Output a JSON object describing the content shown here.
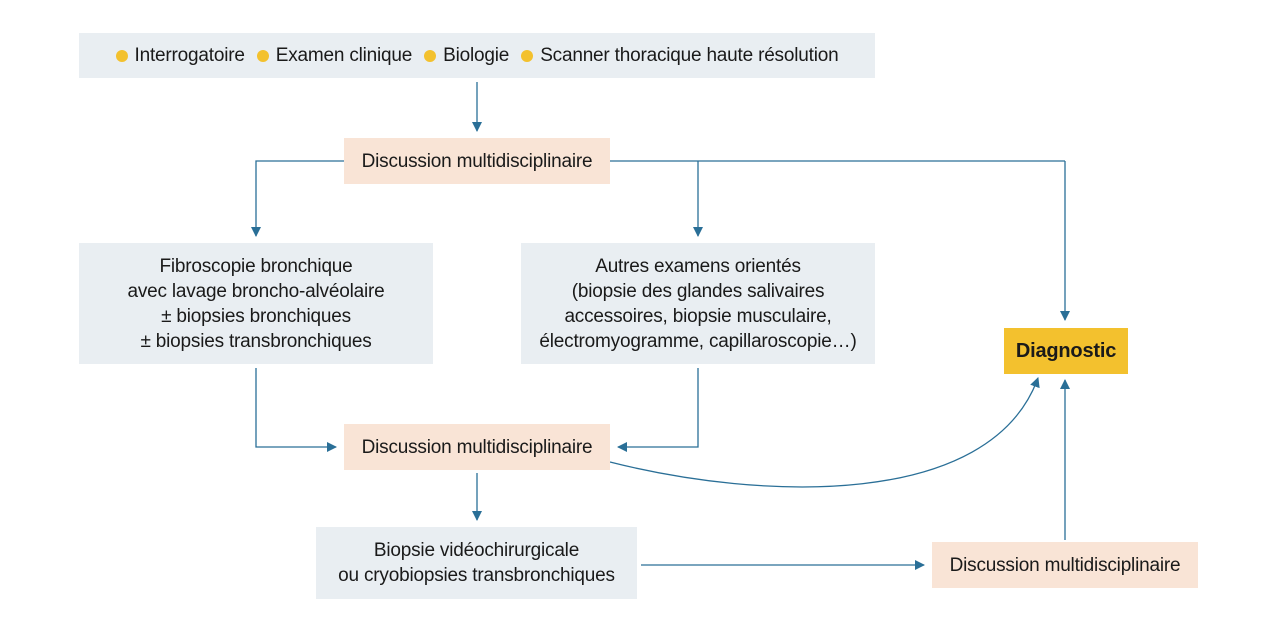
{
  "top_box": {
    "items": [
      "Interrogatoire",
      "Examen clinique",
      "Biologie",
      "Scanner thoracique haute résolution"
    ]
  },
  "nodes": {
    "dmd_1": "Discussion multidisciplinaire",
    "fibroscopie": [
      "Fibroscopie bronchique",
      "avec lavage broncho-alvéolaire",
      "± biopsies bronchiques",
      "± biopsies transbronchiques"
    ],
    "autres": [
      "Autres examens orientés",
      "(biopsie des glandes salivaires",
      "accessoires, biopsie musculaire,",
      "électromyogramme, capillaroscopie…)"
    ],
    "dmd_2": "Discussion multidisciplinaire",
    "biopsie": [
      "Biopsie vidéochirurgicale",
      "ou cryobiopsies transbronchiques"
    ],
    "dmd_3": "Discussion multidisciplinaire",
    "diagnostic": "Diagnostic"
  },
  "colors": {
    "arrow": "#2a6f97",
    "grey_box": "#e9eef2",
    "peach_box": "#f9e4d6",
    "accent": "#f3c12e"
  }
}
